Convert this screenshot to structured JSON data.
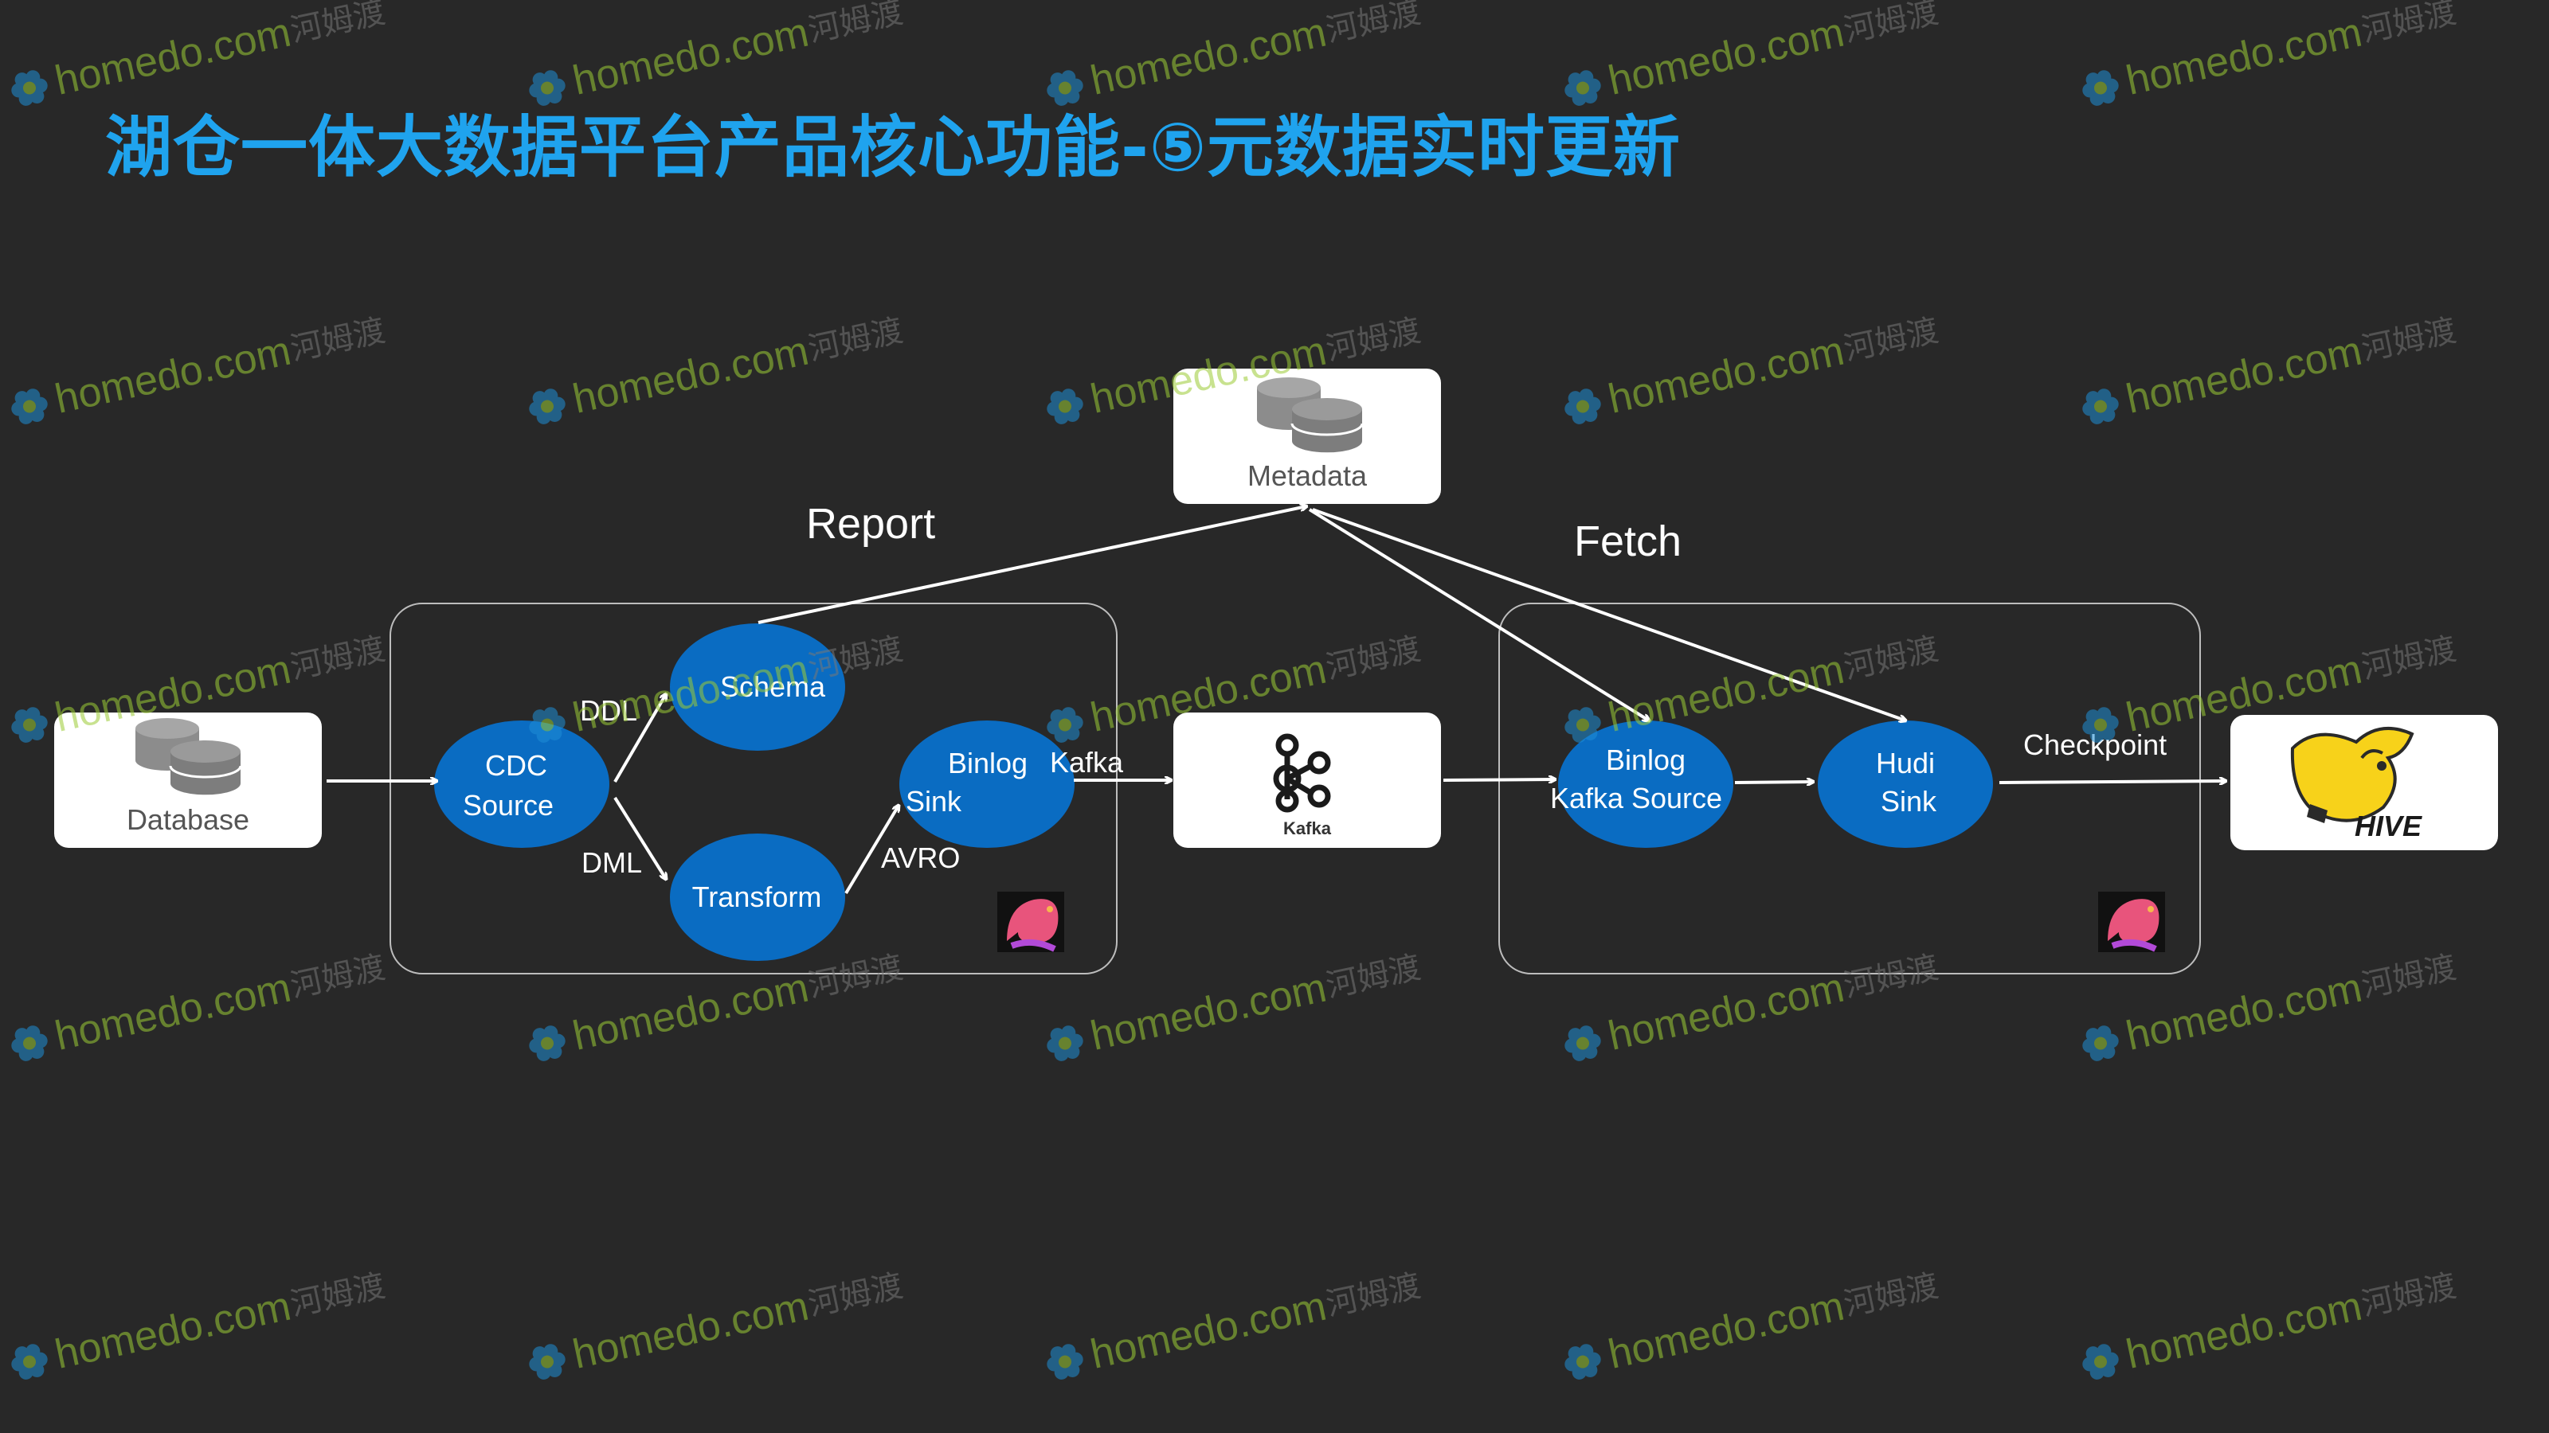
{
  "title": "湖仓一体大数据平台产品核心功能-⑤元数据实时更新",
  "watermark": {
    "brand_text": "homedo.com",
    "cn_text": "河姆渡"
  },
  "nodes": {
    "database": "Database",
    "metadata": "Metadata",
    "kafka_logo_text": "Kafka",
    "hive_logo_text": "HIVE",
    "cdc_source": [
      "CDC",
      "Source"
    ],
    "schema": "Schema",
    "transform": "Transform",
    "binlog_sink": [
      "Binlog",
      "Sink"
    ],
    "binlog_kafka_source": [
      "Binlog",
      "Kafka Source"
    ],
    "hudi_sink": [
      "Hudi",
      "Sink"
    ]
  },
  "edge_labels": {
    "ddl": "DDL",
    "dml": "DML",
    "avro": "AVRO",
    "kafka": "Kafka",
    "report": "Report",
    "fetch": "Fetch",
    "checkpoint": "Checkpoint"
  },
  "colors": {
    "background": "#282828",
    "title": "#1fa3ee",
    "node_fill": "#0a6cc2",
    "card_fill": "#ffffff",
    "arrow": "#ffffff",
    "watermark_green": "#9ccc35",
    "watermark_blue": "#1e8ed6"
  }
}
